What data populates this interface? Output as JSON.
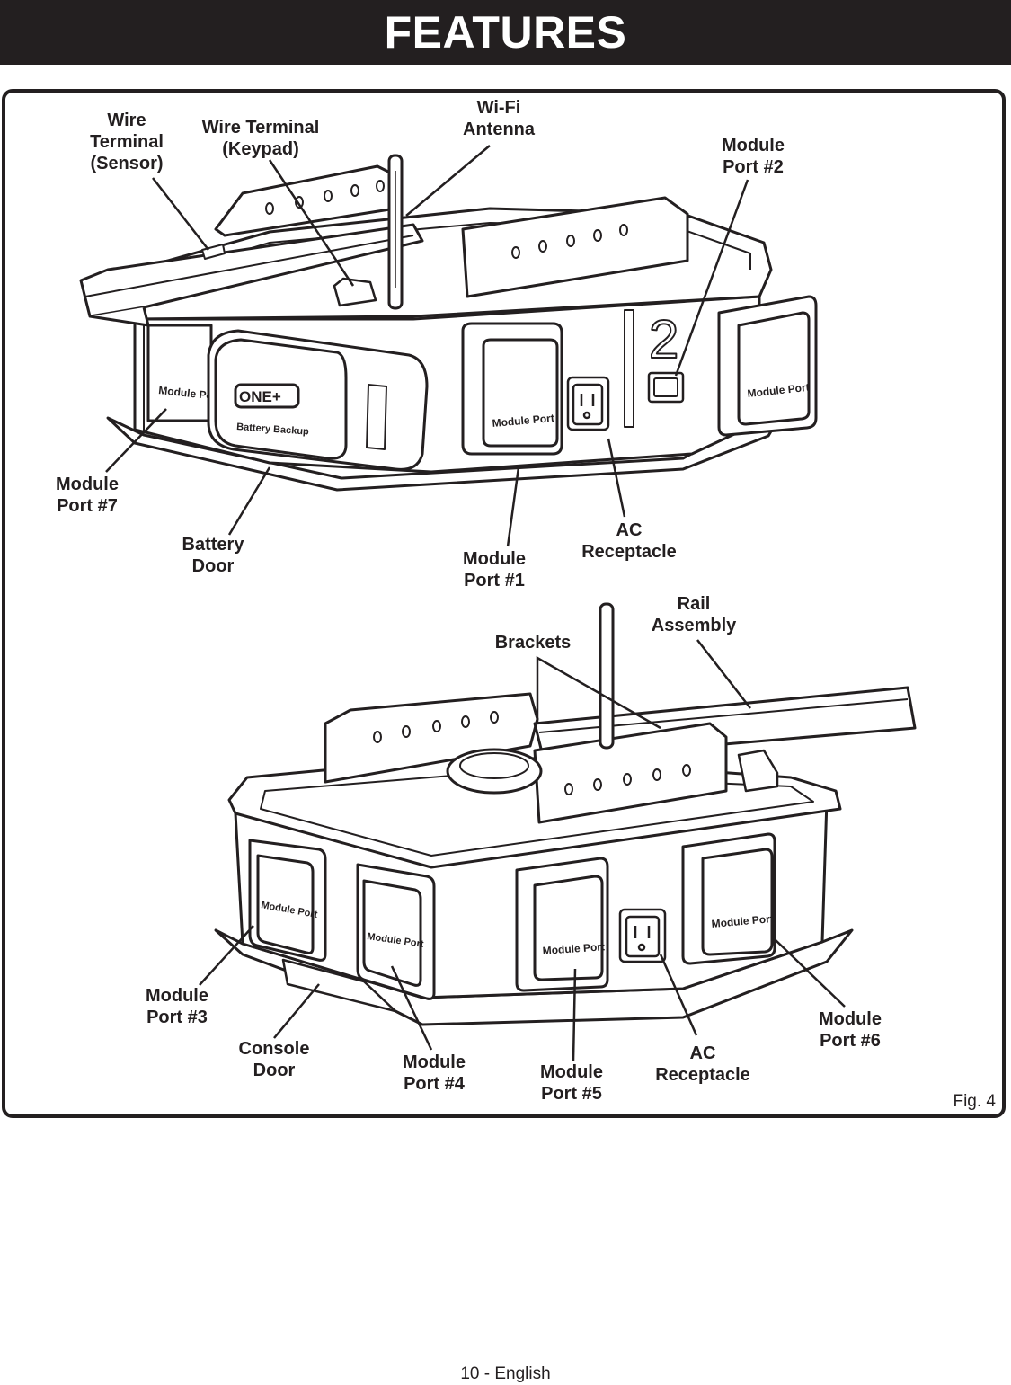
{
  "page": {
    "header_title": "FEATURES",
    "figure_label": "Fig. 4",
    "footer": "10 - English"
  },
  "top_unit": {
    "module_port_text": "Module Port",
    "battery_brand": "ONE+",
    "battery_text": "Battery Backup",
    "port_number": "2"
  },
  "bottom_unit": {
    "module_port_text": "Module Port"
  },
  "callouts": {
    "wire_terminal_sensor": "Wire\nTerminal\n(Sensor)",
    "wire_terminal_keypad": "Wire Terminal\n(Keypad)",
    "wifi_antenna": "Wi-Fi\nAntenna",
    "module_port_2": "Module\nPort #2",
    "module_port_7": "Module\nPort #7",
    "battery_door": "Battery\nDoor",
    "module_port_1": "Module\nPort #1",
    "ac_receptacle_top": "AC\nReceptacle",
    "rail_assembly": "Rail\nAssembly",
    "brackets": "Brackets",
    "module_port_3": "Module\nPort #3",
    "console_door": "Console\nDoor",
    "module_port_4": "Module\nPort #4",
    "module_port_5": "Module\nPort #5",
    "ac_receptacle_bottom": "AC\nReceptacle",
    "module_port_6": "Module\nPort #6"
  }
}
